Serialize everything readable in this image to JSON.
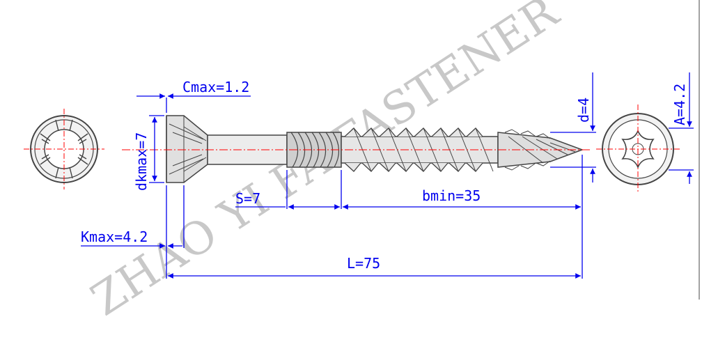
{
  "watermark": "ZHAO YI FA FASTENER",
  "dimensions": {
    "c_max": "Cmax=1.2",
    "dk_max": "dkmax=7",
    "s": "S=7",
    "b_min": "bmin=35",
    "k_max": "Kmax=4.2",
    "l": "L=75",
    "d": "d=4",
    "a": "A=4.2"
  },
  "colors": {
    "outline": "#444444",
    "dimension": "#0000ee",
    "centerline": "#ff0000",
    "watermark": "#c8c8c8",
    "screw_fill": "#d9d9d9"
  }
}
